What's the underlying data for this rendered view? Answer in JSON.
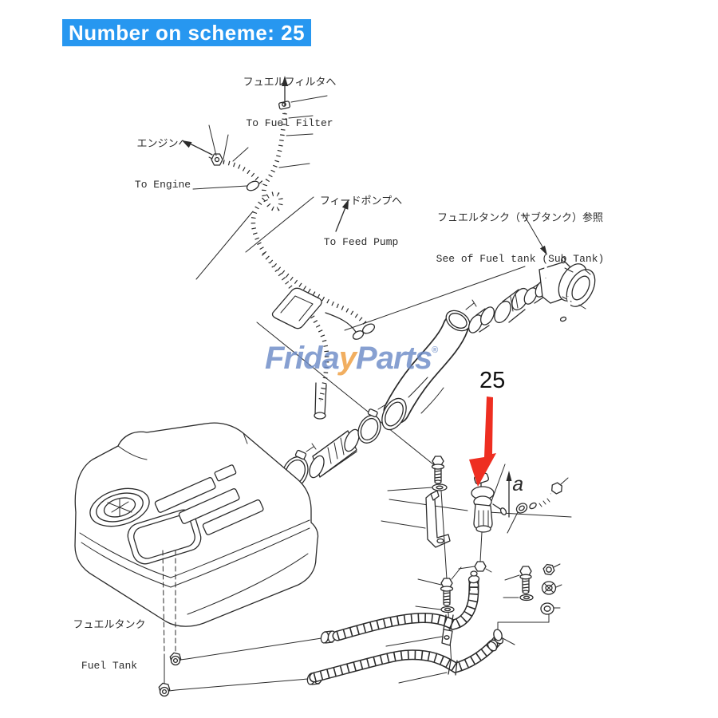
{
  "banner": {
    "text": "Number on scheme: 25"
  },
  "colors": {
    "banner_bg": "#2797f0",
    "banner_fg": "#ffffff",
    "line": "#2b2b2b",
    "highlight_red": "#ee2e21",
    "watermark_blue": "#6d8cc7",
    "watermark_orange": "#ef9d3e"
  },
  "callouts": {
    "fuel_filter": {
      "jp": "フュエルフィルタへ",
      "en": "To Fuel Filter"
    },
    "engine": {
      "jp": "エンジンへ",
      "en": "To Engine"
    },
    "feed_pump": {
      "jp": "フィードポンプへ",
      "en": "To Feed Pump"
    },
    "sub_tank": {
      "jp": "フュエルタンク（サブタンク）参照",
      "en": "See of Fuel tank (Sub Tank)"
    },
    "fuel_tank": {
      "jp": "フュエルタンク",
      "en": "Fuel Tank"
    }
  },
  "part_labels": {
    "number": "25",
    "letter": "a"
  },
  "watermark": {
    "text_before": "Frida",
    "accent_letter": "y",
    "text_after": "Parts",
    "registered": "®"
  }
}
